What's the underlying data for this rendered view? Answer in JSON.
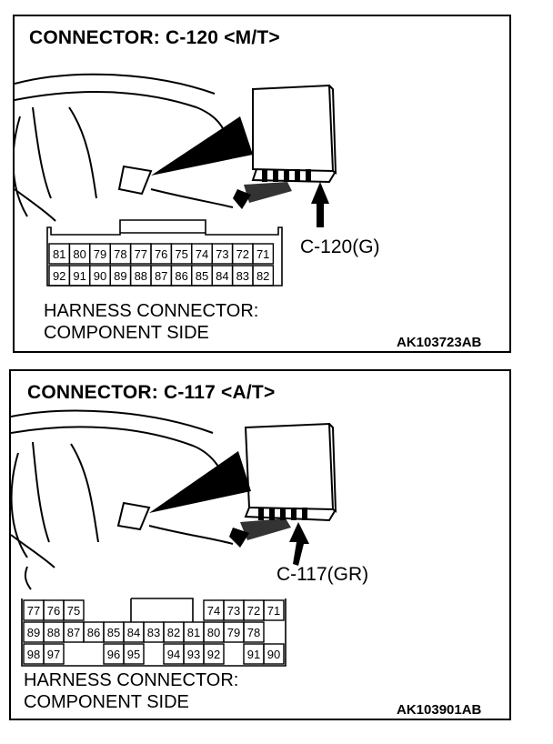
{
  "panels": [
    {
      "title": "CONNECTOR: C-120 <M/T>",
      "connector_label": "C-120(G)",
      "harness_line1": "HARNESS CONNECTOR:",
      "harness_line2": "COMPONENT SIDE",
      "code": "AK103723AB",
      "pins": {
        "row1": [
          "81",
          "80",
          "79",
          "78",
          "77",
          "76",
          "75",
          "74",
          "73",
          "72",
          "71"
        ],
        "row2": [
          "92",
          "91",
          "90",
          "89",
          "88",
          "87",
          "86",
          "85",
          "84",
          "83",
          "82"
        ]
      }
    },
    {
      "title": "CONNECTOR: C-117 <A/T>",
      "connector_label": "C-117(GR)",
      "harness_line1": "HARNESS CONNECTOR:",
      "harness_line2": "COMPONENT SIDE",
      "code": "AK103901AB",
      "pins": {
        "row1_left": [
          "77",
          "76",
          "75"
        ],
        "row1_right": [
          "74",
          "73",
          "72",
          "71"
        ],
        "row2": [
          "89",
          "88",
          "87",
          "86",
          "85",
          "84",
          "83",
          "82",
          "81",
          "80",
          "79",
          "78"
        ],
        "row3_left": [
          "98",
          "97"
        ],
        "row3_mid_a": [
          "96",
          "95"
        ],
        "row3_mid_b": [
          "94",
          "93",
          "92"
        ],
        "row3_right": [
          "91",
          "90"
        ]
      }
    }
  ]
}
